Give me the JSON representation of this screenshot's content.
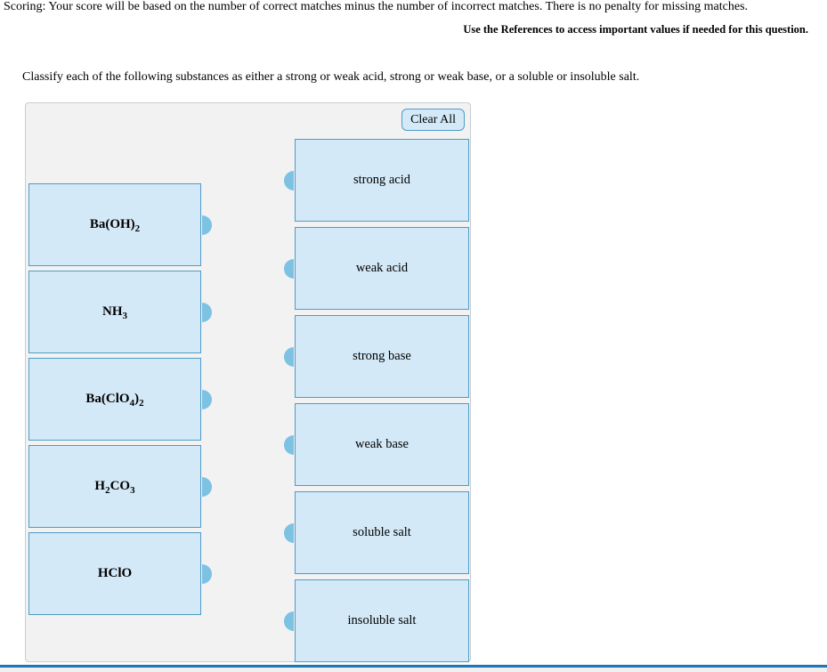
{
  "header": {
    "scoring_text": "Scoring: Your score will be based on the number of correct matches minus the number of incorrect matches. There is no penalty for missing matches.",
    "references_note": "Use the References to access important values if needed for this question.",
    "instruction": "Classify each of the following substances as either a strong or weak acid, strong or weak base, or a soluble or insoluble salt."
  },
  "panel": {
    "clear_all_label": "Clear All",
    "substances": [
      {
        "formula": [
          {
            "text": "Ba(OH)"
          },
          {
            "text": "2",
            "sub": true
          }
        ]
      },
      {
        "formula": [
          {
            "text": "NH"
          },
          {
            "text": "3",
            "sub": true
          }
        ]
      },
      {
        "formula": [
          {
            "text": "Ba(ClO"
          },
          {
            "text": "4",
            "sub": true
          },
          {
            "text": ")"
          },
          {
            "text": "2",
            "sub": true
          }
        ]
      },
      {
        "formula": [
          {
            "text": "H"
          },
          {
            "text": "2",
            "sub": true
          },
          {
            "text": "CO"
          },
          {
            "text": "3",
            "sub": true
          }
        ]
      },
      {
        "formula": [
          {
            "text": "HClO"
          }
        ]
      }
    ],
    "categories": [
      {
        "label": "strong acid"
      },
      {
        "label": "weak acid"
      },
      {
        "label": "strong base"
      },
      {
        "label": "weak base"
      },
      {
        "label": "soluble salt"
      },
      {
        "label": "insoluble salt"
      }
    ]
  },
  "colors": {
    "panel_bg": "#f2f2f3",
    "box_fill": "#d4e9f7",
    "box_border": "#4e9cc6",
    "knob": "#7dc2e3",
    "button_fill": "#d3e9f8",
    "bottom_rule": "#1b76ba"
  }
}
